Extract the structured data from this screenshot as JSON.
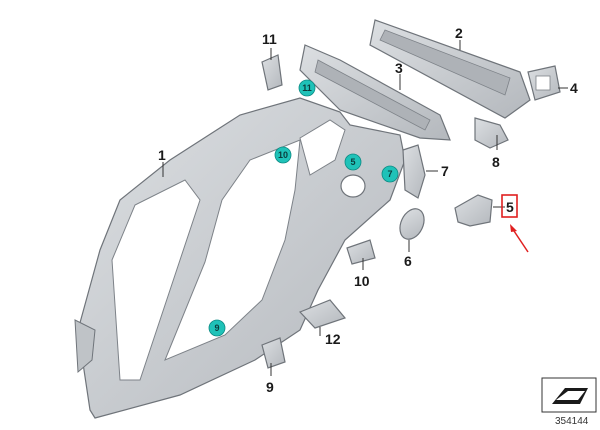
{
  "diagram": {
    "colors": {
      "part_fill": "#c9ccd0",
      "part_stroke": "#6f747a",
      "badge_fill": "#1fc2b8",
      "highlight": "#e02020"
    },
    "callouts": {
      "p1": "1",
      "p2": "2",
      "p3": "3",
      "p4": "4",
      "p5": "5",
      "p6": "6",
      "p7": "7",
      "p8": "8",
      "p9": "9",
      "p10": "10",
      "p11": "11",
      "p12": "12"
    },
    "badges": {
      "b11": "11",
      "b10": "10",
      "b5": "5",
      "b7": "7",
      "b9": "9"
    },
    "reference_number": "354144",
    "highlighted_part": "5"
  }
}
